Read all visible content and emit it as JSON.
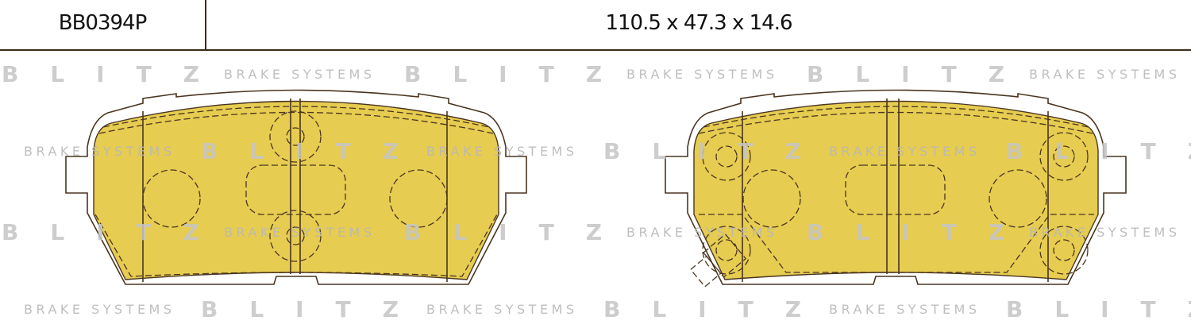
{
  "header": {
    "part_number": "BB0394P",
    "dimensions": "110.5 x 47.3 x 14.6"
  },
  "watermark": {
    "brand": "BLITZ",
    "tagline": "BRAKE SYSTEMS"
  },
  "colors": {
    "friction": "#e6cc50",
    "outline": "#4a3520",
    "watermark": "#cfcfcf"
  }
}
